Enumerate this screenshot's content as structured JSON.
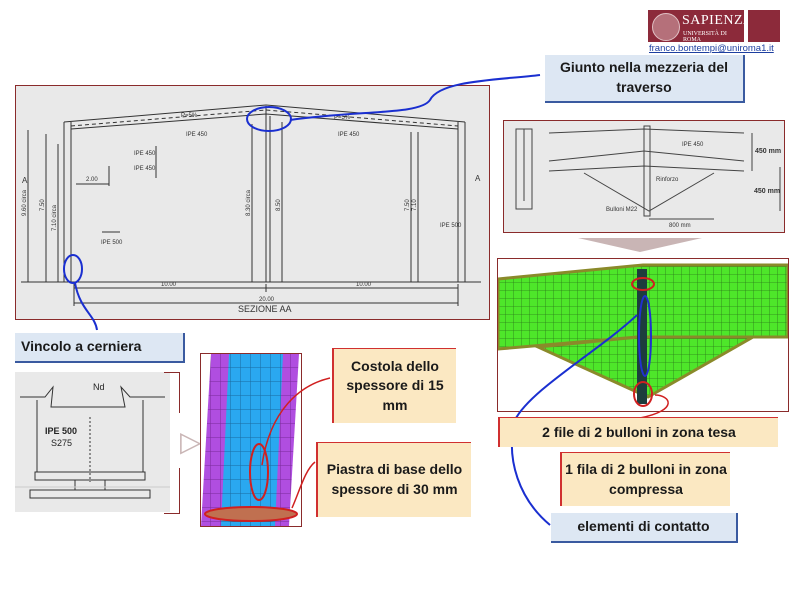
{
  "header": {
    "logo_name": "SAPIENZA",
    "logo_sub": "UNIVERSITÀ DI ROMA",
    "email": "franco.bontempi@uniroma1.it"
  },
  "callouts": {
    "giunto": "Giunto nella mezzeria del traverso",
    "vincolo": "Vincolo a cerniera",
    "costola": "Costola dello spessore di 15 mm",
    "piastra": "Piastra di base dello spessore di 30 mm",
    "file_tesa": "2 file di 2 bulloni in zona tesa",
    "fila_compressa": "1 fila di 2 bulloni in zona compressa",
    "contatto": "elementi di contatto"
  },
  "section_drawing": {
    "title": "SEZIONE AA",
    "load_left": "P=5%",
    "load_right": "P=5%",
    "beam_left": "IPE 450",
    "beam_right": "IPE 450",
    "detail_1": "IPE 450",
    "detail_2": "IPE 450",
    "column_profile": "IPE 500",
    "column_profile_right": "IPE 500",
    "dim_2": "2.00",
    "dim_span_left": "10.00",
    "dim_span_right": "10.00",
    "dim_total": "20.00",
    "h1": "9.60 circa",
    "h2": "7.50",
    "h3": "7.10 circa",
    "h4": "8.30 circa",
    "h5": "8.50",
    "h6": "7.50",
    "h7": "7.10",
    "section_mark": "A"
  },
  "joint_drawing": {
    "beam": "IPE 450",
    "reinforcement": "Rinforzo",
    "bolts": "Bulloni M22",
    "dim_height_1": "450 mm",
    "dim_height_2": "450 mm",
    "dim_length": "800 mm"
  },
  "base_drawing": {
    "load": "Nd",
    "profile": "IPE 500",
    "steel": "S275"
  }
}
